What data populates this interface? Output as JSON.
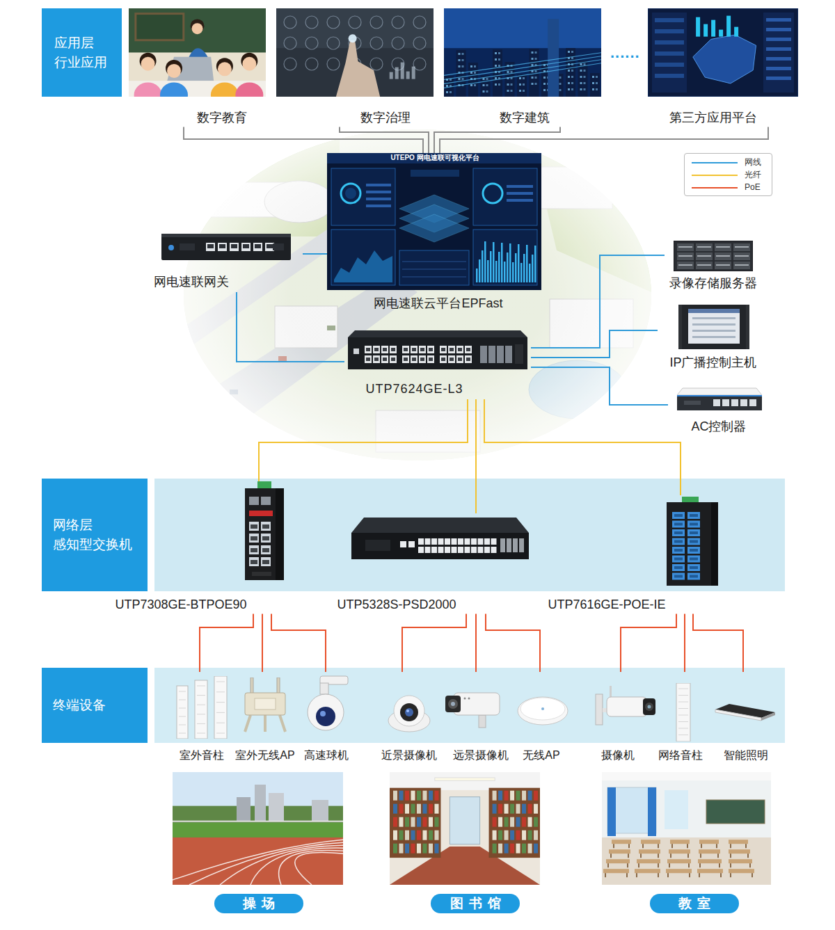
{
  "diagram": {
    "nodes": [
      {
        "text": [
          "应用层 行业应用"
        ]
      },
      {
        "text": [
          "数字教育"
        ]
      },
      {
        "text": [
          "数字治理"
        ]
      },
      {
        "text": [
          "数字建筑"
        ]
      },
      {
        "text": [
          "第三方应用平台"
        ]
      },
      {
        "text": [
          "UTEPO 网电速联可视化平台",
          "网电速联云平台EPFast"
        ]
      },
      {
        "text": [
          "网电速联网关"
        ]
      },
      {
        "text": [
          "UTP7624GE-L3"
        ]
      },
      {
        "text": [
          "录像存储服务器"
        ]
      },
      {
        "text": [
          "IP广播控制主机"
        ]
      },
      {
        "text": [
          "AC控制器"
        ]
      },
      {
        "text": [
          "网络层 感知型交换机"
        ]
      },
      {
        "text": [
          "UTP7308GE-BTPOE90"
        ]
      },
      {
        "text": [
          "UTP5328S-PSD2000"
        ]
      },
      {
        "text": [
          "UTP7616GE-POE-IE"
        ]
      },
      {
        "text": [
          "终端设备"
        ]
      },
      {
        "text": [
          "室外音柱"
        ]
      },
      {
        "text": [
          "室外无线AP"
        ]
      },
      {
        "text": [
          "高速球机"
        ]
      },
      {
        "text": [
          "近景摄像机"
        ]
      },
      {
        "text": [
          "远景摄像机"
        ]
      },
      {
        "text": [
          "无线AP"
        ]
      },
      {
        "text": [
          "摄像机"
        ]
      },
      {
        "text": [
          "网络音柱"
        ]
      },
      {
        "text": [
          "智能照明"
        ]
      },
      {
        "text": [
          "操场"
        ]
      },
      {
        "text": [
          "图书馆"
        ]
      },
      {
        "text": [
          "教室"
        ]
      }
    ],
    "edges": [
      {
        "from": 1,
        "to": 5,
        "arrow": "none"
      },
      {
        "from": 2,
        "to": 5,
        "arrow": "none"
      },
      {
        "from": 3,
        "to": 5,
        "arrow": "none"
      },
      {
        "from": 4,
        "to": 5,
        "arrow": "none"
      },
      {
        "from": 6,
        "to": 5,
        "arrow": "none"
      },
      {
        "from": 6,
        "to": 7,
        "arrow": "none"
      },
      {
        "from": 7,
        "to": 8,
        "arrow": "none"
      },
      {
        "from": 7,
        "to": 9,
        "arrow": "none"
      },
      {
        "from": 7,
        "to": 10,
        "arrow": "none"
      },
      {
        "from": 7,
        "to": 12,
        "arrow": "none"
      },
      {
        "from": 7,
        "to": 13,
        "arrow": "none"
      },
      {
        "from": 7,
        "to": 14,
        "arrow": "none"
      },
      {
        "from": 12,
        "to": 16,
        "arrow": "none"
      },
      {
        "from": 12,
        "to": 17,
        "arrow": "none"
      },
      {
        "from": 12,
        "to": 18,
        "arrow": "none"
      },
      {
        "from": 13,
        "to": 19,
        "arrow": "none"
      },
      {
        "from": 13,
        "to": 20,
        "arrow": "none"
      },
      {
        "from": 13,
        "to": 21,
        "arrow": "none"
      },
      {
        "from": 14,
        "to": 22,
        "arrow": "none"
      },
      {
        "from": 14,
        "to": 23,
        "arrow": "none"
      },
      {
        "from": 14,
        "to": 24,
        "arrow": "none"
      }
    ],
    "labels": [
      "......"
    ],
    "legend": [
      {
        "text": "网线"
      },
      {
        "text": "光纤"
      },
      {
        "text": "PoE"
      }
    ]
  }
}
